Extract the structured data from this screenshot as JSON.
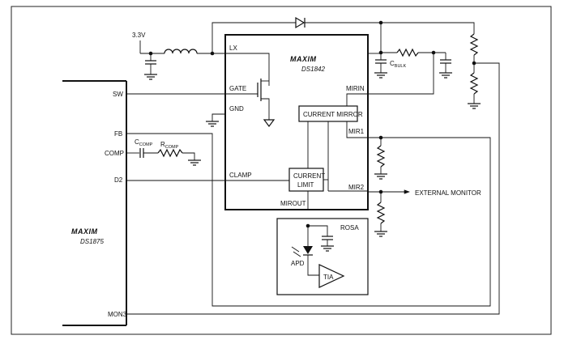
{
  "supply": {
    "label": "3.3V"
  },
  "ds1842": {
    "logo": "MAXIM",
    "part": "DS1842",
    "pins": {
      "lx": "LX",
      "gate": "GATE",
      "gnd": "GND",
      "clamp": "CLAMP",
      "mirin": "MIRIN",
      "mir1": "MIR1",
      "mir2": "MIR2",
      "mirout": "MIROUT"
    },
    "blocks": {
      "current_mirror": "CURRENT MIRROR",
      "current_limit_line1": "CURRENT",
      "current_limit_line2": "LIMIT"
    }
  },
  "ds1875": {
    "logo": "MAXIM",
    "part": "DS1875",
    "pins": {
      "sw": "SW",
      "fb": "FB",
      "comp": "COMP",
      "d2": "D2",
      "mon3": "MON3"
    }
  },
  "components": {
    "c_comp": {
      "main": "C",
      "sub": "COMP"
    },
    "r_comp": {
      "main": "R",
      "sub": "COMP"
    },
    "c_bulk": {
      "main": "C",
      "sub": "BULK"
    }
  },
  "rosa": {
    "label": "ROSA",
    "apd": "APD",
    "tia": "TIA"
  },
  "external_monitor": "EXTERNAL MONITOR"
}
